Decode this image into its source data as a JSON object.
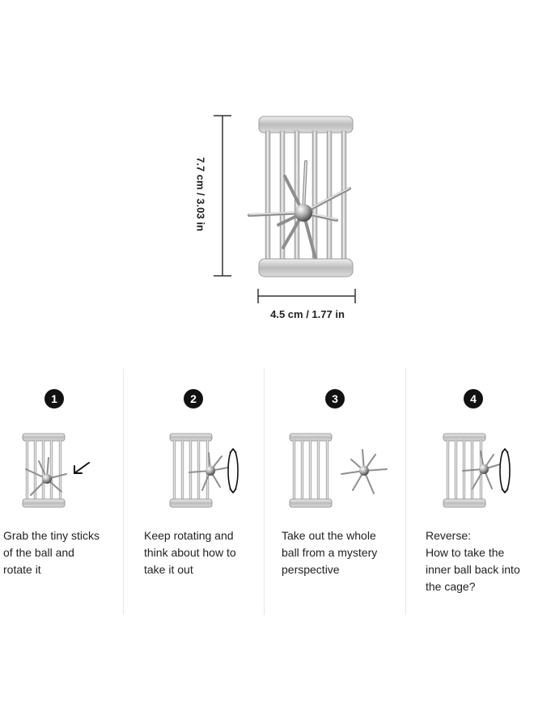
{
  "product": {
    "height_label": "7.7 cm / 3.03 in",
    "width_label": "4.5 cm / 1.77 in"
  },
  "steps": [
    {
      "number": "1",
      "text": "Grab the tiny sticks\nof the ball and\nrotate it"
    },
    {
      "number": "2",
      "text": "Keep rotating and\nthink about how to\ntake it out"
    },
    {
      "number": "3",
      "text": "Take out the whole\nball from a mystery\nperspective"
    },
    {
      "number": "4",
      "text": "Reverse:\nHow to take the\ninner ball back into\nthe cage?"
    }
  ],
  "colors": {
    "metal_light": "#f2f2f2",
    "metal_mid": "#bdbdbd",
    "metal_dark": "#8a8a8a",
    "badge": "#111111"
  }
}
